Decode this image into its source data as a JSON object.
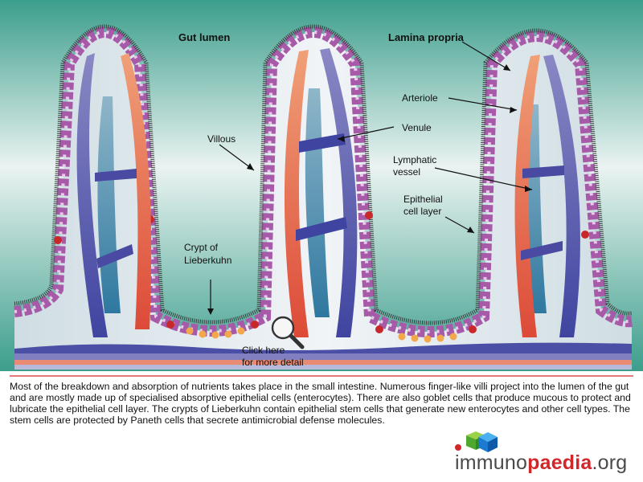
{
  "labels": {
    "gut_lumen": "Gut lumen",
    "lamina_propria": "Lamina propria",
    "arteriole": "Arteriole",
    "venule": "Venule",
    "villous": "Villous",
    "lymphatic_1": "Lymphatic",
    "lymphatic_2": "vessel",
    "epithelial_1": "Epithelial",
    "epithelial_2": "cell layer",
    "crypt_1": "Crypt of",
    "crypt_2": "Lieberkuhn",
    "click_1": "Click here",
    "click_2": "for more detail"
  },
  "caption": "Most of the breakdown and absorption of nutrients takes place in the small intestine. Numerous finger-like villi project into the lumen of the gut and are mostly made up of specialised absorptive epithelial cells (enterocytes). There are also goblet cells that produce mucous to protect and lubricate the epithelial cell layer. The crypts of Lieberkuhn contain epithelial stem cells that generate new enterocytes and other cell types. The stem cells are protected by Paneth cells that secrete antimicrobial defense molecules.",
  "logo": {
    "part1": "immuno",
    "part2": "paedia",
    "part3": ".org"
  },
  "colors": {
    "teal": "#3c9e8c",
    "artery": "#dd4a38",
    "vein": "#3f44a0",
    "lymph": "#2f78a0",
    "epithelium": "#a65aa8",
    "brand_red": "#d2262a"
  }
}
